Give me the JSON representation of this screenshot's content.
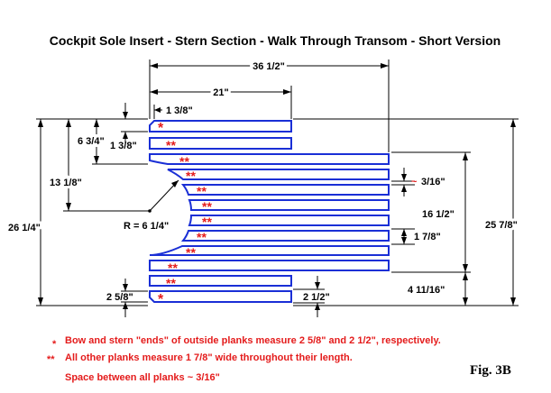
{
  "title": "Cockpit Sole Insert - Stern Section - Walk Through Transom - Short Version",
  "dimensions": {
    "top_overall": "36 1/2\"",
    "top_mid": "21\"",
    "top_small": "1 3/8\"",
    "left_a": "6 3/4\"",
    "left_b": "1 3/8\"",
    "left_c": "13 1/8\"",
    "left_total": "26 1/4\"",
    "radius": "R = 6 1/4\"",
    "bottom_left": "2 5/8\"",
    "right_gap": "3/16\"",
    "right_mid": "16 1/2\"",
    "right_plank": "1 7/8\"",
    "right_total": "25 7/8\"",
    "right_bottom": "4  11/16\"",
    "bottom_right": "2 1/2\""
  },
  "tilde": "~",
  "star_single": "*",
  "star_double": "**",
  "notes": {
    "note1": "Bow and stern \"ends\" of outside planks measure 2 5/8\" and 2 1/2\", respectively.",
    "note2": "All other planks measure 1 7/8\" wide throughout their length.",
    "note3": "Space between all planks ~ 3/16\""
  },
  "figure_label": "Fig. 3B",
  "colors": {
    "plank_outline": "#1a2fd6",
    "marker": "#e41b1b"
  }
}
